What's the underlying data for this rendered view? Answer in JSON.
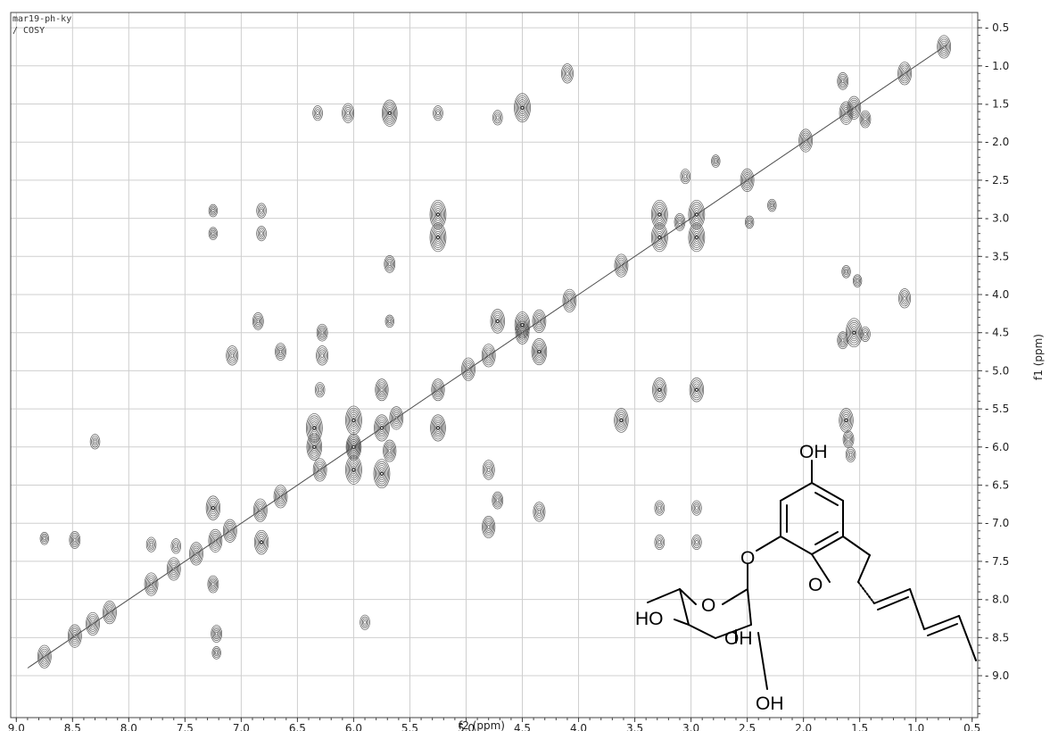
{
  "experiment": {
    "title_line1": "mar19-ph-ky",
    "title_line2": "/ COSY"
  },
  "chart_data": {
    "type": "heatmap",
    "subtype": "2D NMR COSY contour plot",
    "xlabel": "f2 (ppm)",
    "ylabel": "f1 (ppm)",
    "xlim": [
      9.05,
      0.45
    ],
    "ylim": [
      9.55,
      0.3
    ],
    "x_reversed": true,
    "y_reversed": true,
    "xticks": [
      9.0,
      8.5,
      8.0,
      7.5,
      7.0,
      6.5,
      6.0,
      5.5,
      5.0,
      4.5,
      4.0,
      3.5,
      3.0,
      2.5,
      2.0,
      1.5,
      1.0,
      0.5
    ],
    "yticks": [
      0.5,
      1.0,
      1.5,
      2.0,
      2.5,
      3.0,
      3.5,
      4.0,
      4.5,
      5.0,
      5.5,
      6.0,
      6.5,
      7.0,
      7.5,
      8.0,
      8.5,
      9.0
    ],
    "grid": true,
    "contour_color": "#555555",
    "diagonal": {
      "from": 8.9,
      "to": 0.75
    },
    "diagonal_peaks": [
      8.75,
      8.48,
      8.32,
      8.17,
      7.8,
      7.6,
      7.4,
      7.23,
      7.1,
      6.83,
      6.65,
      6.3,
      6.0,
      5.62,
      4.98,
      4.8,
      4.5,
      4.35,
      4.08,
      3.62,
      2.5,
      1.98,
      1.62,
      1.55,
      1.1,
      0.75
    ],
    "cross_peaks": [
      {
        "x": 8.75,
        "y": 7.2,
        "i": 0.3
      },
      {
        "x": 8.48,
        "y": 7.22,
        "i": 0.5
      },
      {
        "x": 8.3,
        "y": 5.93,
        "i": 0.4
      },
      {
        "x": 7.8,
        "y": 7.28,
        "i": 0.4
      },
      {
        "x": 7.58,
        "y": 7.3,
        "i": 0.4
      },
      {
        "x": 7.25,
        "y": 2.9,
        "i": 0.3
      },
      {
        "x": 7.25,
        "y": 3.2,
        "i": 0.3
      },
      {
        "x": 7.25,
        "y": 6.8,
        "i": 0.8
      },
      {
        "x": 7.25,
        "y": 7.8,
        "i": 0.5
      },
      {
        "x": 7.22,
        "y": 8.45,
        "i": 0.5
      },
      {
        "x": 7.22,
        "y": 8.7,
        "i": 0.3
      },
      {
        "x": 7.08,
        "y": 4.8,
        "i": 0.6
      },
      {
        "x": 6.82,
        "y": 2.9,
        "i": 0.4
      },
      {
        "x": 6.82,
        "y": 3.2,
        "i": 0.4
      },
      {
        "x": 6.85,
        "y": 4.35,
        "i": 0.5
      },
      {
        "x": 6.82,
        "y": 7.25,
        "i": 0.8
      },
      {
        "x": 6.65,
        "y": 4.75,
        "i": 0.5
      },
      {
        "x": 6.32,
        "y": 1.62,
        "i": 0.4
      },
      {
        "x": 6.28,
        "y": 4.5,
        "i": 0.5
      },
      {
        "x": 6.28,
        "y": 4.8,
        "i": 0.6
      },
      {
        "x": 6.3,
        "y": 5.25,
        "i": 0.4
      },
      {
        "x": 6.35,
        "y": 5.75,
        "i": 1.0
      },
      {
        "x": 6.35,
        "y": 6.0,
        "i": 0.9
      },
      {
        "x": 6.05,
        "y": 1.62,
        "i": 0.6
      },
      {
        "x": 6.0,
        "y": 5.65,
        "i": 1.0
      },
      {
        "x": 6.0,
        "y": 6.3,
        "i": 1.0
      },
      {
        "x": 6.0,
        "y": 6.0,
        "i": 0.9
      },
      {
        "x": 5.9,
        "y": 8.3,
        "i": 0.4
      },
      {
        "x": 5.75,
        "y": 5.25,
        "i": 0.7
      },
      {
        "x": 5.75,
        "y": 5.75,
        "i": 0.9
      },
      {
        "x": 5.75,
        "y": 6.35,
        "i": 1.0
      },
      {
        "x": 5.68,
        "y": 1.62,
        "i": 0.9
      },
      {
        "x": 5.68,
        "y": 3.6,
        "i": 0.5
      },
      {
        "x": 5.68,
        "y": 4.35,
        "i": 0.3
      },
      {
        "x": 5.68,
        "y": 6.05,
        "i": 0.7
      },
      {
        "x": 5.25,
        "y": 1.62,
        "i": 0.4
      },
      {
        "x": 5.25,
        "y": 2.95,
        "i": 1.0
      },
      {
        "x": 5.25,
        "y": 3.25,
        "i": 1.0
      },
      {
        "x": 5.25,
        "y": 5.25,
        "i": 0.7
      },
      {
        "x": 5.25,
        "y": 5.75,
        "i": 0.9
      },
      {
        "x": 4.8,
        "y": 6.3,
        "i": 0.6
      },
      {
        "x": 4.8,
        "y": 7.05,
        "i": 0.7
      },
      {
        "x": 4.72,
        "y": 6.7,
        "i": 0.5
      },
      {
        "x": 4.72,
        "y": 4.35,
        "i": 0.8
      },
      {
        "x": 4.72,
        "y": 1.68,
        "i": 0.4
      },
      {
        "x": 4.5,
        "y": 1.55,
        "i": 1.0
      },
      {
        "x": 4.5,
        "y": 4.4,
        "i": 0.9
      },
      {
        "x": 4.35,
        "y": 4.75,
        "i": 0.9
      },
      {
        "x": 4.35,
        "y": 6.85,
        "i": 0.6
      },
      {
        "x": 4.1,
        "y": 1.1,
        "i": 0.6
      },
      {
        "x": 3.62,
        "y": 5.65,
        "i": 0.8
      },
      {
        "x": 3.28,
        "y": 2.95,
        "i": 1.0
      },
      {
        "x": 3.28,
        "y": 3.25,
        "i": 1.0
      },
      {
        "x": 3.28,
        "y": 5.25,
        "i": 0.8
      },
      {
        "x": 3.28,
        "y": 6.8,
        "i": 0.4
      },
      {
        "x": 3.28,
        "y": 7.25,
        "i": 0.4
      },
      {
        "x": 2.95,
        "y": 2.95,
        "i": 1.0
      },
      {
        "x": 2.95,
        "y": 3.25,
        "i": 1.0
      },
      {
        "x": 2.95,
        "y": 5.25,
        "i": 0.8
      },
      {
        "x": 2.95,
        "y": 6.8,
        "i": 0.4
      },
      {
        "x": 2.95,
        "y": 7.25,
        "i": 0.4
      },
      {
        "x": 3.1,
        "y": 3.05,
        "i": 0.5
      },
      {
        "x": 3.05,
        "y": 2.45,
        "i": 0.4
      },
      {
        "x": 2.78,
        "y": 2.25,
        "i": 0.3
      },
      {
        "x": 2.48,
        "y": 3.05,
        "i": 0.3
      },
      {
        "x": 2.28,
        "y": 2.83,
        "i": 0.3
      },
      {
        "x": 1.62,
        "y": 5.65,
        "i": 0.8
      },
      {
        "x": 1.6,
        "y": 5.9,
        "i": 0.5
      },
      {
        "x": 1.58,
        "y": 6.1,
        "i": 0.4
      },
      {
        "x": 1.55,
        "y": 4.5,
        "i": 1.0
      },
      {
        "x": 1.65,
        "y": 4.6,
        "i": 0.5
      },
      {
        "x": 1.62,
        "y": 3.7,
        "i": 0.3
      },
      {
        "x": 1.65,
        "y": 1.2,
        "i": 0.5
      },
      {
        "x": 1.45,
        "y": 1.7,
        "i": 0.5
      },
      {
        "x": 1.1,
        "y": 4.05,
        "i": 0.6
      },
      {
        "x": 1.45,
        "y": 4.52,
        "i": 0.4
      },
      {
        "x": 1.52,
        "y": 3.82,
        "i": 0.3
      }
    ]
  },
  "structure": {
    "labels": {
      "oh_top": "OH",
      "o_ether": "O",
      "o_furan": "O",
      "o_ring": "O",
      "ho_left": "HO",
      "oh_mid": "OH",
      "oh_bottom": "OH"
    }
  }
}
